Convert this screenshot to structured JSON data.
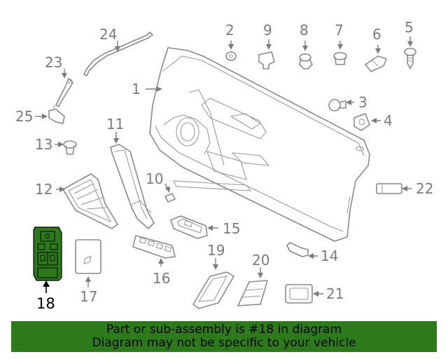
{
  "diagram": {
    "callouts": {
      "c1": "1",
      "c2": "2",
      "c3": "3",
      "c4": "4",
      "c5": "5",
      "c6": "6",
      "c7": "7",
      "c8": "8",
      "c9": "9",
      "c10": "10",
      "c11": "11",
      "c12": "12",
      "c13": "13",
      "c14": "14",
      "c15": "15",
      "c16": "16",
      "c17": "17",
      "c18": "18",
      "c19": "19",
      "c20": "20",
      "c21": "21",
      "c22": "22",
      "c23": "23",
      "c24": "24",
      "c25": "25"
    },
    "highlight_part": "18",
    "highlight_color": "#2d7a1a"
  },
  "banner": {
    "line1": "Part or sub-assembly is #18 in diagram",
    "line2": "Diagram may not be specific to your vehicle",
    "color": "#2d7a1a"
  }
}
